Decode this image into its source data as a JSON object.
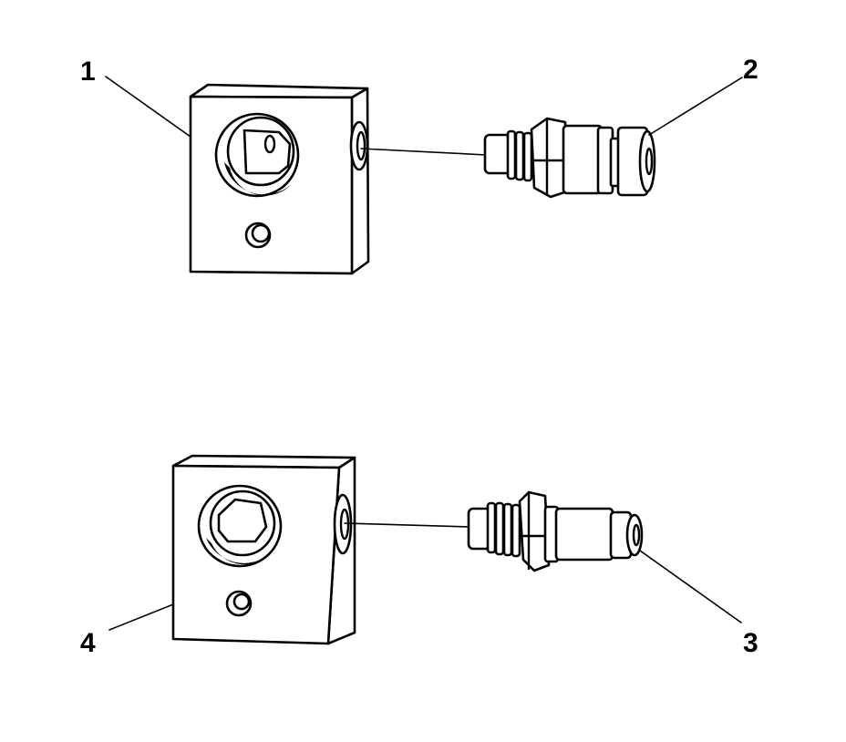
{
  "callouts": {
    "item_1": "1",
    "item_2": "2",
    "item_3": "3",
    "item_4": "4"
  },
  "colors": {
    "background": "#ffffff",
    "ink": "#000000"
  }
}
